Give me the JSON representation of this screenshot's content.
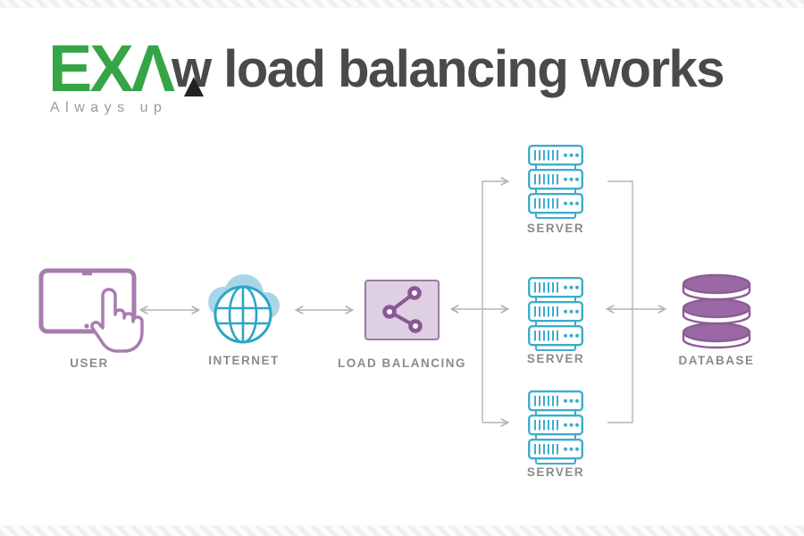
{
  "header": {
    "title": "w load balancing works",
    "logo": {
      "text": "EXΛ",
      "tagline": "Always up"
    }
  },
  "diagram": {
    "nodes": {
      "user": {
        "label": "USER",
        "icon": "tablet-touch-icon"
      },
      "internet": {
        "label": "INTERNET",
        "icon": "cloud-globe-icon"
      },
      "load_balancing": {
        "label": "LOAD BALANCING",
        "icon": "share-network-icon"
      },
      "server_top": {
        "label": "SERVER",
        "icon": "server-stack-icon"
      },
      "server_middle": {
        "label": "SERVER",
        "icon": "server-stack-icon"
      },
      "server_bottom": {
        "label": "SERVER",
        "icon": "server-stack-icon"
      },
      "database": {
        "label": "DATABASE",
        "icon": "database-cylinder-icon"
      }
    },
    "flow": [
      {
        "from": "USER",
        "to": "INTERNET",
        "direction": "bidirectional"
      },
      {
        "from": "INTERNET",
        "to": "LOAD BALANCING",
        "direction": "bidirectional"
      },
      {
        "from": "LOAD BALANCING",
        "to": "SERVER x3",
        "direction": "bidirectional-fanout"
      },
      {
        "from": "SERVER x3",
        "to": "DATABASE",
        "direction": "bidirectional"
      }
    ],
    "colors": {
      "purple_outline": "#a87cb0",
      "purple_dark": "#8a5796",
      "purple_box_fill": "#ded0e2",
      "cyan": "#3faccb",
      "cloud_blue": "#a9d6e7",
      "connector_gray": "#b3b3b3",
      "label_gray": "#8b8b8b",
      "title_color": "#4a4a4c",
      "logo_green": "#36a546"
    }
  }
}
